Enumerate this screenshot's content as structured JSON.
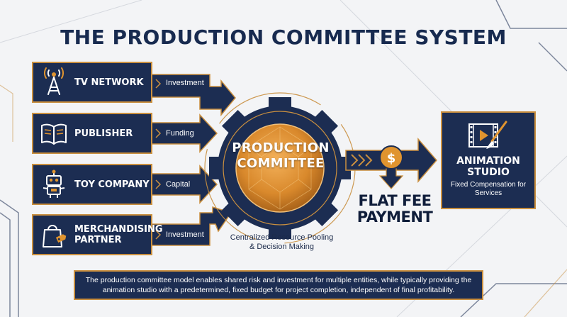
{
  "title": "THE PRODUCTION COMMITTEE SYSTEM",
  "entities": [
    {
      "label": "TV NETWORK",
      "icon": "antenna-tower-icon",
      "flow_label": "Investment"
    },
    {
      "label": "PUBLISHER",
      "icon": "open-book-icon",
      "flow_label": "Funding"
    },
    {
      "label": "TOY COMPANY",
      "icon": "robot-icon",
      "flow_label": "Capital"
    },
    {
      "label": "MERCHANDISING PARTNER",
      "icon": "shopping-bag-icon",
      "flow_label": "Investment"
    }
  ],
  "committee": {
    "label": "PRODUCTION COMMITTEE",
    "caption": "Centralized Resource Pooling & Decision Making",
    "icon": "gear-icon"
  },
  "payment": {
    "label": "FLAT FEE PAYMENT",
    "icon": "dollar-coin-icon"
  },
  "studio": {
    "name": "ANIMATION STUDIO",
    "description": "Fixed Compensation for Services",
    "icon": "film-paintbrush-icon"
  },
  "footer": "The production committee model enables shared risk and investment for multiple entities, while typically providing the animation studio with a predetermined, fixed budget for project completion, independent of final profitability.",
  "colors": {
    "navy": "#1c2d52",
    "gold": "#c98f3f",
    "orange": "#e0942f",
    "background": "#f3f4f6"
  }
}
